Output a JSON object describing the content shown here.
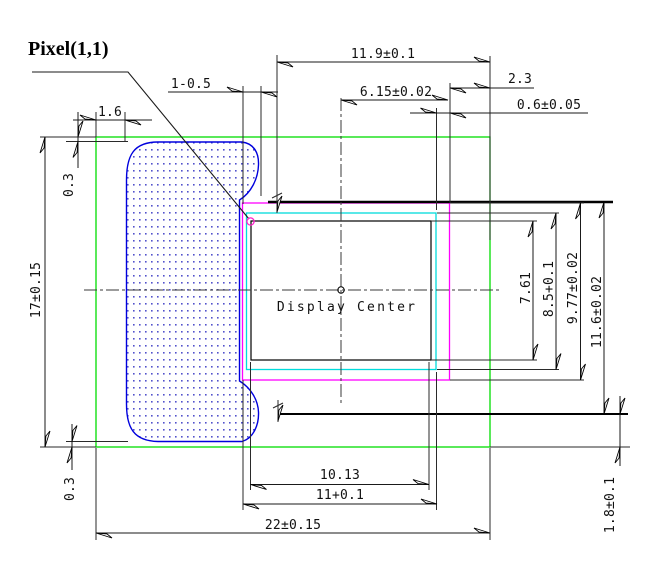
{
  "drawing": {
    "callout": "Pixel(1,1)",
    "center_label": "Display Center",
    "dims": {
      "top_width": "11.9±0.1",
      "notch_width": "1-0.5",
      "center_offset": "6.15±0.02",
      "right_gap": "2.3",
      "edge_clearance": "0.6±0.05",
      "left_inset": "1.6",
      "top_inset": "0.3",
      "overall_height": "17±0.15",
      "bottom_inset": "0.3",
      "active_height": "7.61",
      "viewing_height": "8.5+0.1",
      "glass_height": "9.77±0.02",
      "outline_height": "11.6±0.02",
      "tail_height": "1.8±0.1",
      "active_width": "10.13",
      "viewing_width": "11+0.1",
      "overall_width": "22±0.15"
    },
    "colors": {
      "module_outline": "#00dd00",
      "fpc_shape": "#0000dd",
      "panel_outline": "#ff00ff",
      "va_outline": "#00dcdc",
      "pixel_marker": "#ff22cc"
    }
  }
}
